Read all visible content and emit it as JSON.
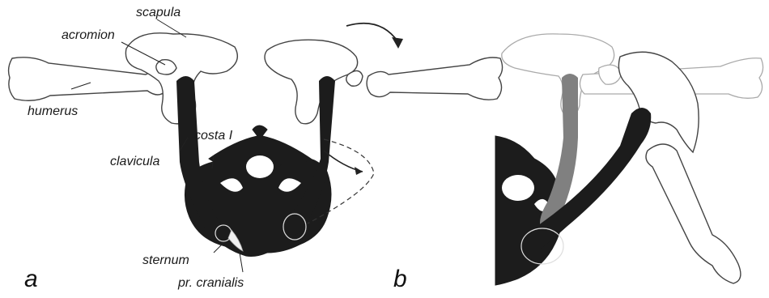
{
  "labels": {
    "scapula": "scapula",
    "acromion": "acromion",
    "humerus": "humerus",
    "clavicula": "clavicula",
    "costa": "costa I",
    "sternum": "sternum",
    "cranialis": "pr. cranialis"
  },
  "panels": {
    "a": "a",
    "b": "b"
  }
}
